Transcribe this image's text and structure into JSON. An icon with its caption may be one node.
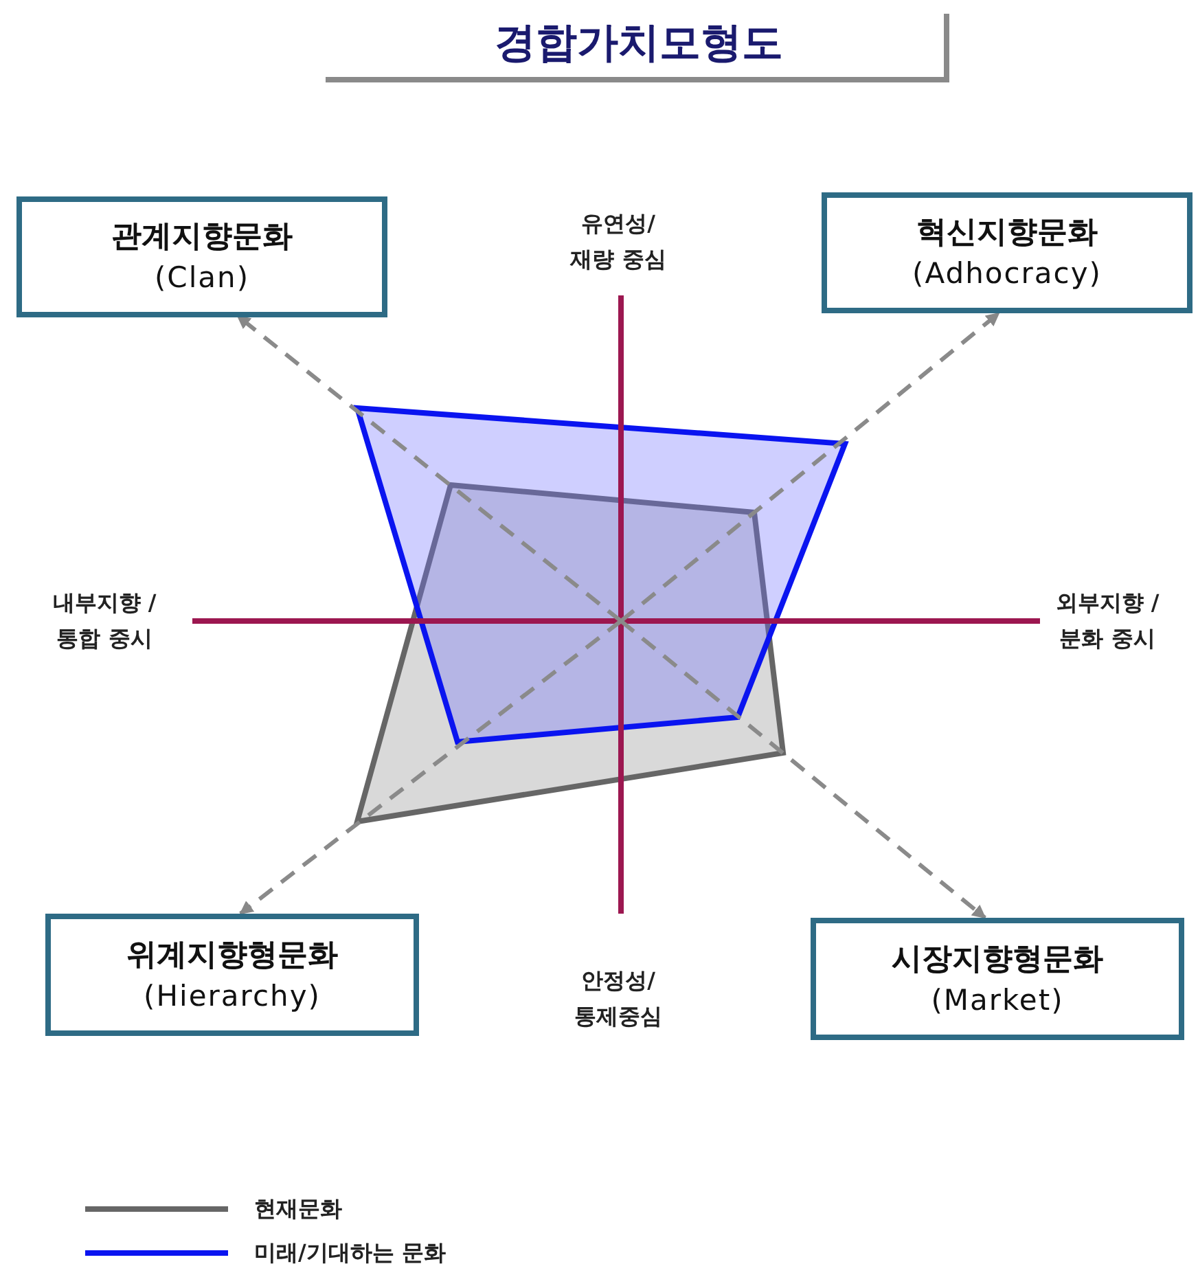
{
  "diagram": {
    "title": "경합가치모형도",
    "nodes": [
      {
        "text": [
          "관계지향문화",
          "(Clan)"
        ]
      },
      {
        "text": [
          "혁신지향문화",
          "(Adhocracy)"
        ]
      },
      {
        "text": [
          "위계지향형문화",
          "(Hierarchy)"
        ]
      },
      {
        "text": [
          "시장지향형문화",
          "(Market)"
        ]
      }
    ],
    "edges": [
      {
        "from": null,
        "to": 0,
        "arrow": "to",
        "style": "dashed"
      },
      {
        "from": null,
        "to": 1,
        "arrow": "to",
        "style": "dashed"
      },
      {
        "from": null,
        "to": 2,
        "arrow": "to",
        "style": "dashed"
      },
      {
        "from": null,
        "to": 3,
        "arrow": "to",
        "style": "dashed"
      }
    ],
    "labels": [
      "유연성/ 재량 중심",
      "내부지향 /통합 중시",
      "외부지향 /분화 중시",
      "안정성/ 통제중심"
    ],
    "legend": [
      {
        "text": "현재문화"
      },
      {
        "text": "미래/기대하는 문화"
      }
    ]
  }
}
